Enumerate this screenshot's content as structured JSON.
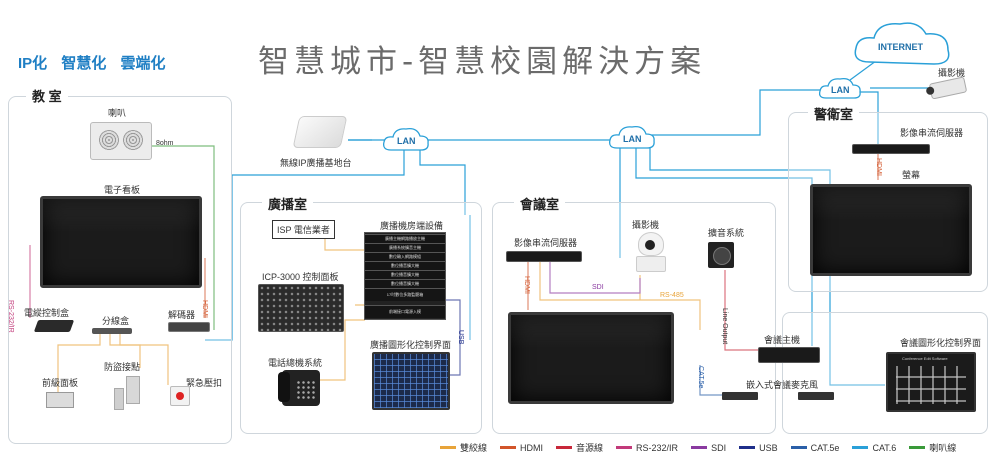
{
  "header": {
    "title": "智慧城市-智慧校園解決方案",
    "slogan": [
      "IP化",
      "智慧化",
      "雲端化"
    ]
  },
  "rooms": {
    "classroom": "教 室",
    "broadcast": "廣播室",
    "meeting": "會議室",
    "guard": "警衛室"
  },
  "clouds": {
    "internet": "INTERNET",
    "lan": "LAN"
  },
  "labels": {
    "speaker": "喇叭",
    "speaker_ohm": "8ohm",
    "signage": "電子看板",
    "control_box": "電縱控制盒",
    "splitter": "分線盒",
    "decoder": "解碼器",
    "front_panel": "前級面板",
    "intrusion": "防盜接點",
    "emergency": "緊急壓扣",
    "hdmi": "HDMI",
    "rs232": "RS-232/IR",
    "wireless_station": "無線IP廣播基地台",
    "isp": "ISP 電信業者",
    "broadcast_rack": "廣播機房端設備",
    "icp_panel": "ICP-3000 控制面板",
    "phone_system": "電話總機系統",
    "broadcast_gui": "廣播圖形化控制界面",
    "usb": "USB",
    "stream_server": "影像串流伺服器",
    "camera": "攝影機",
    "sound_system": "擴音系統",
    "sdi": "SDI",
    "rs485": "RS-485",
    "line_output": "Line Output",
    "conf_host": "會議主機",
    "cat5e": "CAT.5e",
    "embedded_mic": "嵌入式會議麥克風",
    "conf_gui": "會議圖形化控制界面",
    "conf_gui_screen": "Conference Edit Software",
    "guard_stream": "影像串流伺服器",
    "monitor": "螢幕",
    "outdoor_camera": "攝影機"
  },
  "rack_rows": [
    "廣播主機網路播放主機",
    "廣播系統擴音主機",
    "數位輸入網路模組",
    "數位播音擴大機",
    "數位播音擴大機",
    "數位播音擴大機",
    "17吋數位多路監聽箱",
    "前端接口電源入模"
  ],
  "legend": [
    {
      "label": "雙絞線",
      "color": "#e8a43a"
    },
    {
      "label": "HDMI",
      "color": "#d2552a"
    },
    {
      "label": "音源線",
      "color": "#c8283a"
    },
    {
      "label": "RS-232/IR",
      "color": "#c23a7a"
    },
    {
      "label": "SDI",
      "color": "#8a3aa0"
    },
    {
      "label": "USB",
      "color": "#1f2f8a"
    },
    {
      "label": "CAT.5e",
      "color": "#2a5fa8"
    },
    {
      "label": "CAT.6",
      "color": "#2aa0d8"
    },
    {
      "label": "喇叭線",
      "color": "#3a9a3a"
    }
  ]
}
